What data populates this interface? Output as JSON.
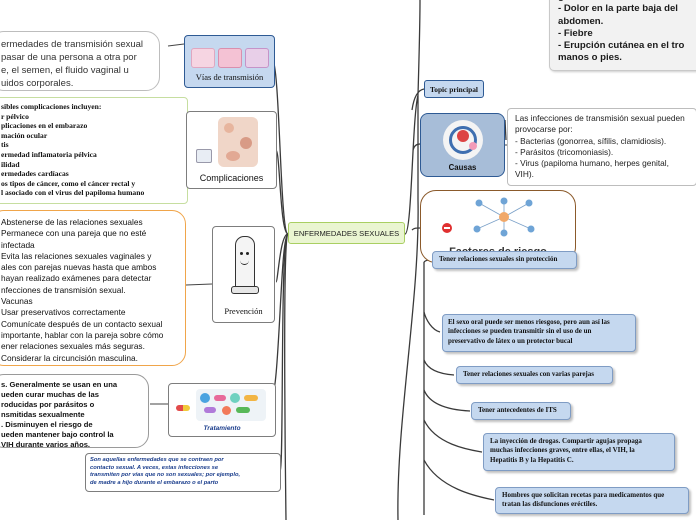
{
  "central": {
    "label": "ENFERMEDADES SEXUALES"
  },
  "left": {
    "vias": {
      "label": "Vías de transmisión",
      "description": "ermedades de transmisión sexual\n pasar de una persona a otra por\ne, el semen, el fluido vaginal u\nuidos corporales."
    },
    "complicaciones": {
      "label": "Complicaciones",
      "description": "sibles complicaciones incluyen:\nr pélvico\nplicaciones en el embarazo\nmación ocular\ntis\nermedad inflamatoria pélvica\nilidad\nermedades cardíacas\nos tipos de cáncer, como el cáncer rectal y\nl asociado con el virus del papiloma humano"
    },
    "prevencion": {
      "label": "Prevención",
      "description": "Abstenerse de las relaciones sexuales\nPermanece con una pareja que no esté\ninfectada\nEvita las relaciones sexuales vaginales y\nales con parejas nuevas hasta que ambos\nhayan realizado exámenes para detectar\nnfecciones de transmisión sexual.\nVacunas\nUsar preservativos correctamente\nComunícate después de un contacto sexual\nimportante, hablar con la pareja sobre cómo\nener relaciones sexuales más seguras.\nConsiderar la circuncisión masculina."
    },
    "tratamiento": {
      "label": "Tratamiento",
      "description": "s. Generalmente se usan en una\nueden curar muchas de las\nroducidas por parásitos o\nnsmitidas sexualmente\n. Disminuyen el riesgo de\nueden mantener bajo control la\nVIH durante varios años."
    },
    "definicion": "Son aquellas enfermedades que se contraen por\ncontacto sexual. A veces, estas infecciones se\ntransmiten por vías que no son sexuales; por ejemplo,\nde madre a hijo durante el embarazo o el parto"
  },
  "right": {
    "top_note": "generalizado.\n- Dolor en la parte baja del\nabdomen.\n- Fiebre\n- Erupción cutánea en el tro\nmanos o pies.",
    "topic": {
      "label": "Topic principal"
    },
    "causas": {
      "label": "Causas",
      "description": "Las infecciones de transmisión sexual pueden\nprovocarse por:\n- Bacterias (gonorrea, sífilis, clamidiosis).\n- Parásitos (tricomoniasis).\n- Virus (papiloma humano, herpes genital,\nVIH)."
    },
    "factores": {
      "label": "Factores de riesgo",
      "items": [
        "Tener relaciones sexuales sin protección",
        "El sexo oral puede ser menos riesgoso, pero aun así las\ninfecciones se pueden transmitir sin el uso de un\npreservativo de látex o un protector bucal",
        "Tener relaciones sexuales con varias parejas",
        "Tener antecedentes de ITS",
        "La inyección de drogas. Compartir agujas propaga\nmuchas infecciones graves, entre ellas, el VIH, la\nHepatitis B y la Hepatitis C.",
        "Hombres que solicitan recetas para medicamentos que\ntratan las disfunciones eréctiles."
      ]
    }
  },
  "colors": {
    "central_fill": "#eaf5d1",
    "central_border": "#a9cf62",
    "prevencion_border": "#f0a54a",
    "complicaciones_border": "#c6dea0",
    "factores_border": "#8b5a2b",
    "node_border": "#2e5a94"
  }
}
